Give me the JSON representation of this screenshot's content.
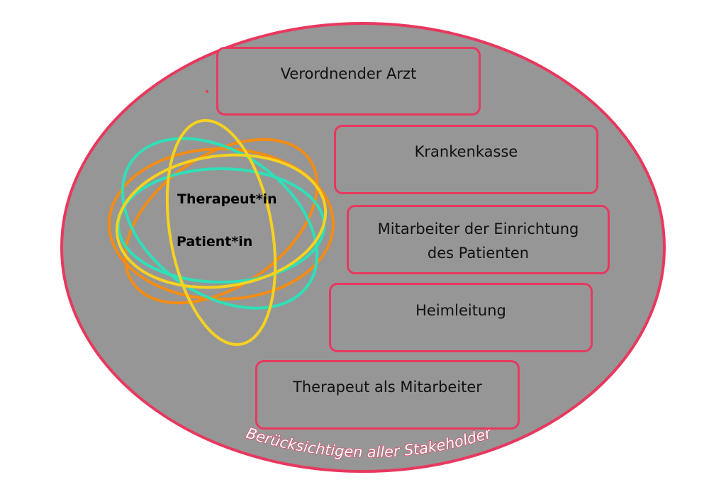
{
  "diagram": {
    "stakeholders": [
      {
        "id": "arzt",
        "label": "Verordnender Arzt"
      },
      {
        "id": "kasse",
        "label": "Krankenkasse"
      },
      {
        "id": "einrichtung",
        "label": "Mitarbeiter der Einrichtung des Patienten",
        "line1": "Mitarbeiter der Einrichtung",
        "line2": "des Patienten"
      },
      {
        "id": "heim",
        "label": "Heimleitung"
      },
      {
        "id": "therapeut",
        "label": "Therapeut als Mitarbeiter"
      }
    ],
    "core": {
      "therapist": "Therapeut*in",
      "patient": "Patient*in"
    },
    "caption": "Berücksichtigen aller Stakeholder"
  },
  "colors": {
    "outer_fill": "#969696",
    "outer_stroke": "#e8385e",
    "box_stroke": "#e8385e",
    "ring_yellow": "#f7d21e",
    "ring_teal": "#2ee0b8",
    "ring_orange": "#f58c12",
    "caption_fill": "#ffffff",
    "caption_stroke": "#e8385e"
  }
}
